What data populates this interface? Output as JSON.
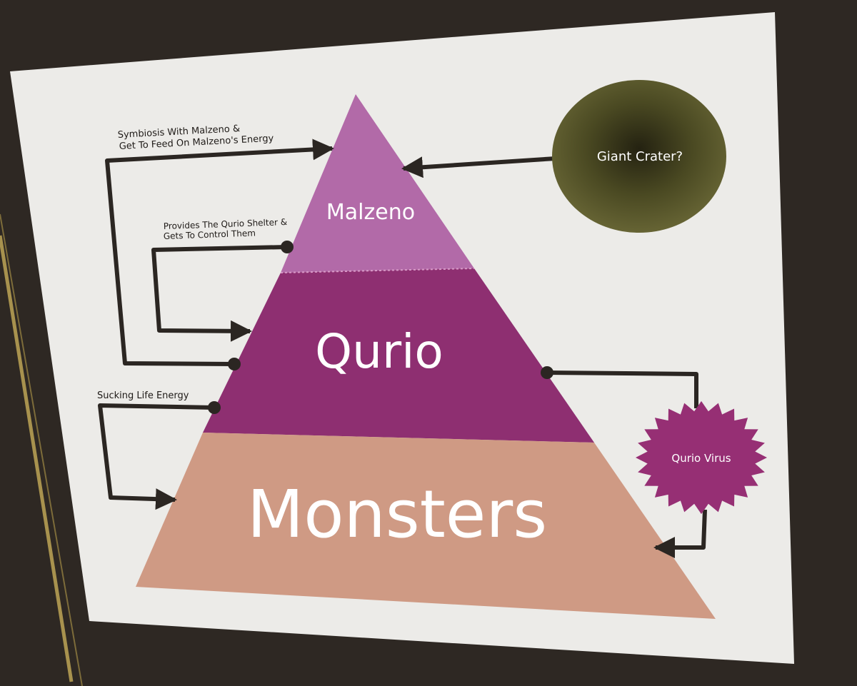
{
  "tiers": {
    "top": {
      "label": "Malzeno",
      "color": "#b26aa8"
    },
    "middle": {
      "label": "Qurio",
      "color": "#8e2f71"
    },
    "bottom": {
      "label": "Monsters",
      "color": "#cf9a84"
    }
  },
  "crater": {
    "label": "Giant Crater?",
    "color": "#5b5a2c"
  },
  "virus": {
    "label": "Qurio Virus",
    "color": "#962f74"
  },
  "relations": {
    "symbiosis": {
      "line1": "Symbiosis With Malzeno &",
      "line2": "Get To Feed On Malzeno's Energy"
    },
    "shelter": {
      "line1": "Provides The Qurio Shelter &",
      "line2": "Gets To Control Them"
    },
    "sucking": {
      "line1": "Sucking Life Energy"
    }
  },
  "colors": {
    "poster_paper": "#ecebe8",
    "frame": "#2e2823",
    "gold_trim": "#a8924e",
    "arrow": "#2b2622"
  }
}
